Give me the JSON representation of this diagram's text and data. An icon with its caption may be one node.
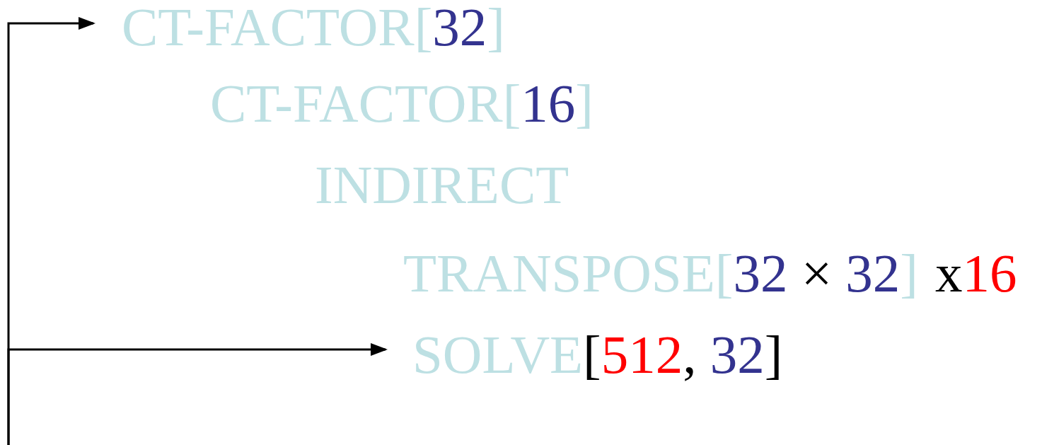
{
  "diagram": {
    "nodes": [
      {
        "text": [
          "CT-FACTOR[32]"
        ]
      },
      {
        "text": [
          "CT-FACTOR[16]"
        ]
      },
      {
        "text": [
          "INDIRECT"
        ]
      },
      {
        "text": [
          "TRANSPOSE[32 × 32]"
        ],
        "beside": [
          "x16"
        ]
      },
      {
        "text": [
          "SOLVE[512, 32]"
        ]
      }
    ],
    "edges": [
      {
        "from": null,
        "to": 0,
        "arrow": "to"
      },
      {
        "from": null,
        "to": 4,
        "arrow": "to"
      }
    ]
  }
}
